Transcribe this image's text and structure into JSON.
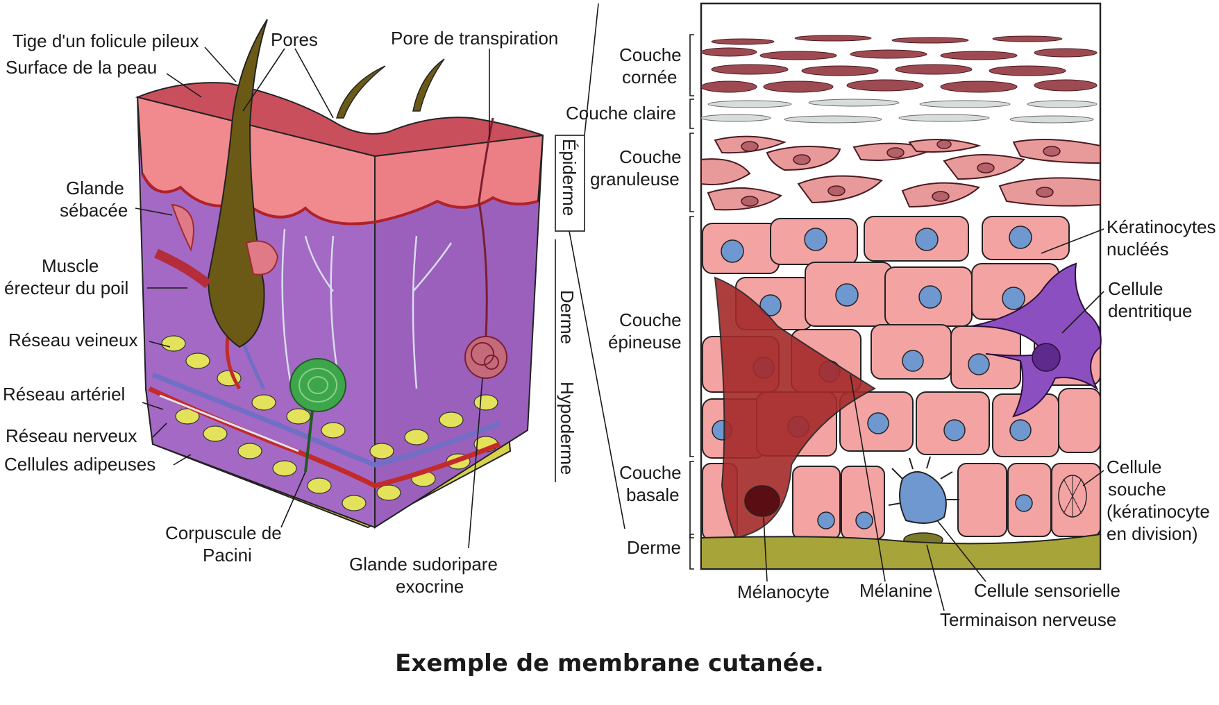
{
  "caption": "Exemple de membrane cutanée.",
  "left_labels": {
    "hair_shaft": "Tige d'un folicule pileux",
    "skin_surface": "Surface de la peau",
    "pores": "Pores",
    "sweat_pore": "Pore de transpiration",
    "sebaceous_1": "Glande",
    "sebaceous_2": "sébacée",
    "muscle_1": "Muscle",
    "muscle_2": "érecteur du poil",
    "venous": "Réseau veineux",
    "arterial": "Réseau artériel",
    "nervous": "Réseau nerveux",
    "adipose": "Cellules adipeuses",
    "pacini_1": "Corpuscule de",
    "pacini_2": "Pacini",
    "sweat_gland_1": "Glande sudoripare",
    "sweat_gland_2": "exocrine"
  },
  "layer_labels": {
    "epidermis": "Épiderme",
    "dermis": "Derme",
    "hypodermis": "Hypoderme"
  },
  "right_labels": {
    "cornea_1": "Couche",
    "cornea_2": "cornée",
    "clear": "Couche claire",
    "gran_1": "Couche",
    "gran_2": "granuleuse",
    "spin_1": "Couche",
    "spin_2": "épineuse",
    "basal_1": "Couche",
    "basal_2": "basale",
    "dermis": "Derme",
    "kerat_1": "Kératinocytes",
    "kerat_2": "nucléés",
    "dendritic_1": "Cellule",
    "dendritic_2": "dentritique",
    "stem_1": "Cellule",
    "stem_2": "souche",
    "stem_3": "(kératinocyte",
    "stem_4": "en division)",
    "melanocyte": "Mélanocyte",
    "melanin": "Mélanine",
    "sensory": "Cellule sensorielle",
    "nerve_end": "Terminaison nerveuse"
  },
  "colors": {
    "epidermis_top": "#c94f5d",
    "epidermis_pink": "#f08a8f",
    "dermis_purple": "#a469c4",
    "hair": "#6b5a16",
    "fat": "#e4e25a",
    "vein": "#6f6fc6",
    "artery": "#c32a2a",
    "cornea_cells": "#9e4a52",
    "clear_cells": "#d8dcdc",
    "granular_cells": "#e89a9a",
    "keratinocyte": "#f4a3a3",
    "nucleus": "#6f97d0",
    "melanocyte": "#a52a2a",
    "dendritic": "#8c4fc0",
    "sensory_cell": "#6f97d0",
    "dermis_base": "#a7a43a"
  },
  "icons": [
    "hair-follicle-icon",
    "pacinian-corpuscle-icon",
    "sweat-gland-icon",
    "dendritic-cell-icon",
    "melanocyte-icon",
    "merkel-cell-icon"
  ]
}
